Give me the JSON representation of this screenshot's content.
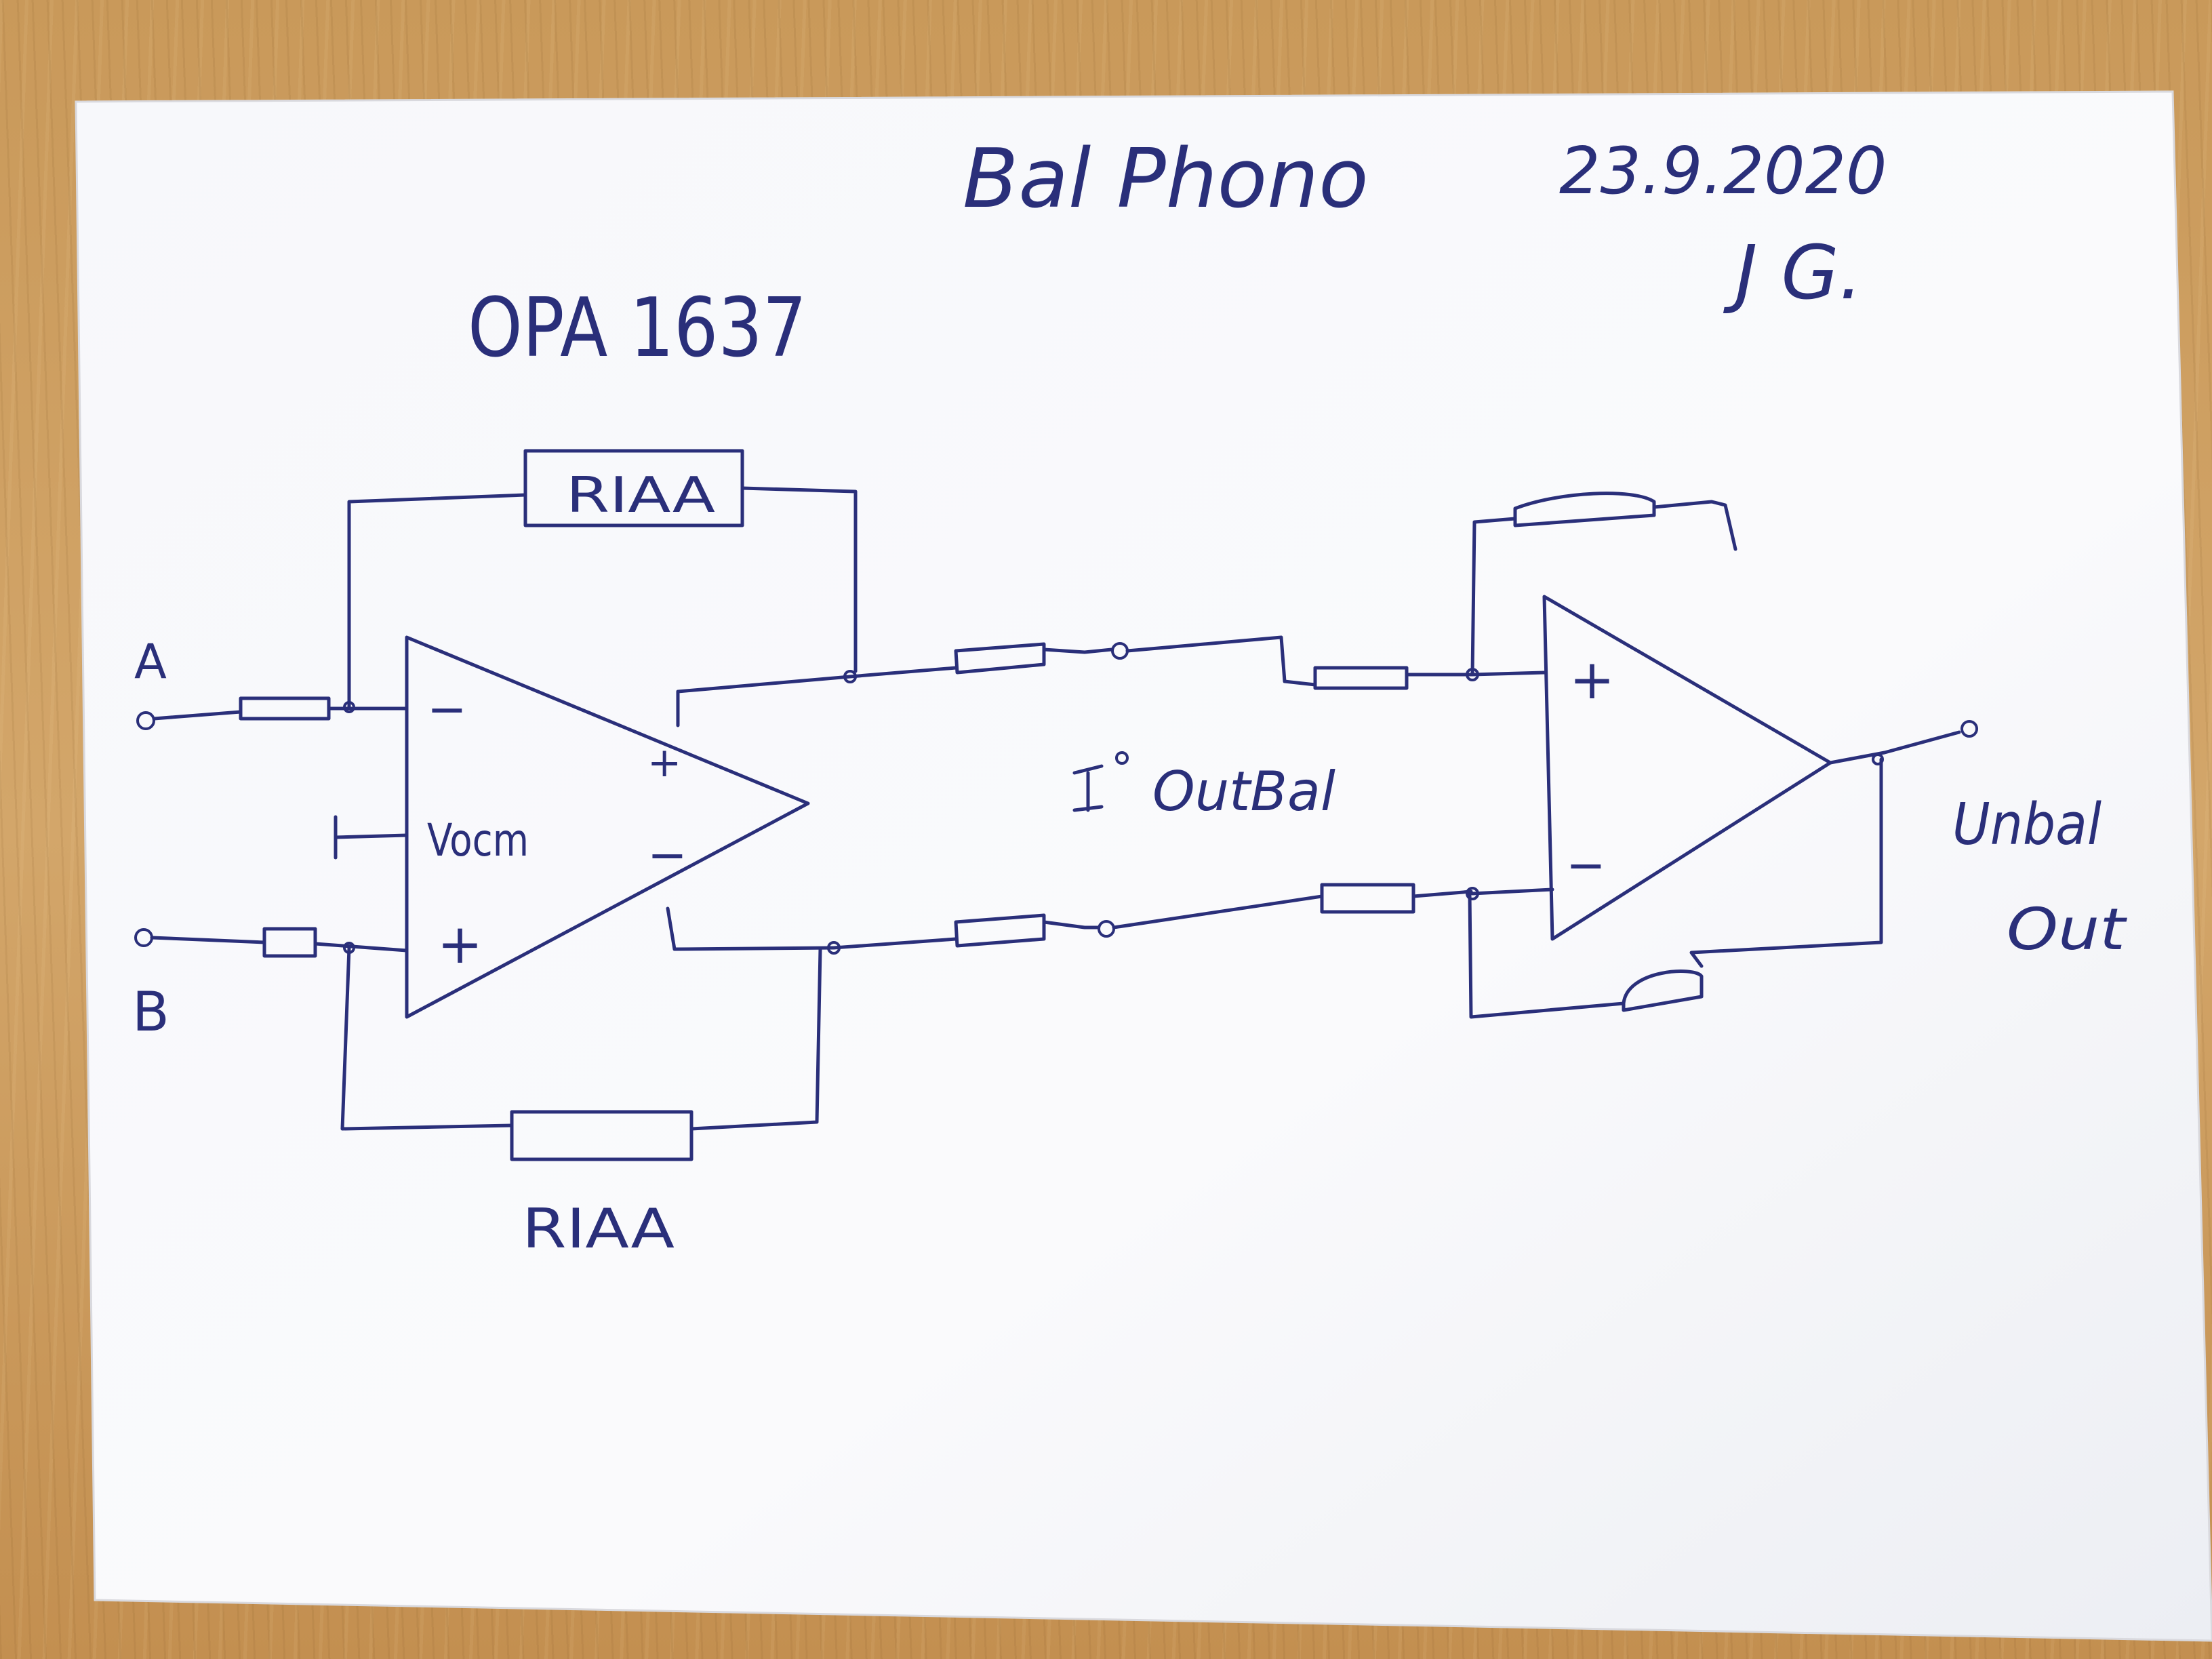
{
  "title": "Bal Phono",
  "date": "23.9.2020",
  "initials": "J G.",
  "chip_label": "OPA 1637",
  "feedback_top_label": "RIAA",
  "feedback_bottom_label": "RIAA",
  "input_a_label": "A",
  "input_b_label": "B",
  "vocm_label": "Vocm",
  "amp1_minus_in": "−",
  "amp1_plus_in": "+",
  "amp1_plus_out": "+",
  "amp1_minus_out": "−",
  "out_bal_label": "OutBal",
  "amp2_plus": "+",
  "amp2_minus": "−",
  "unbal_out_line1": "Unbal",
  "unbal_out_line2": "Out",
  "colors": {
    "ink": "#2a2f7a",
    "paper": "#fafafc",
    "desk": "#c89a5a"
  }
}
